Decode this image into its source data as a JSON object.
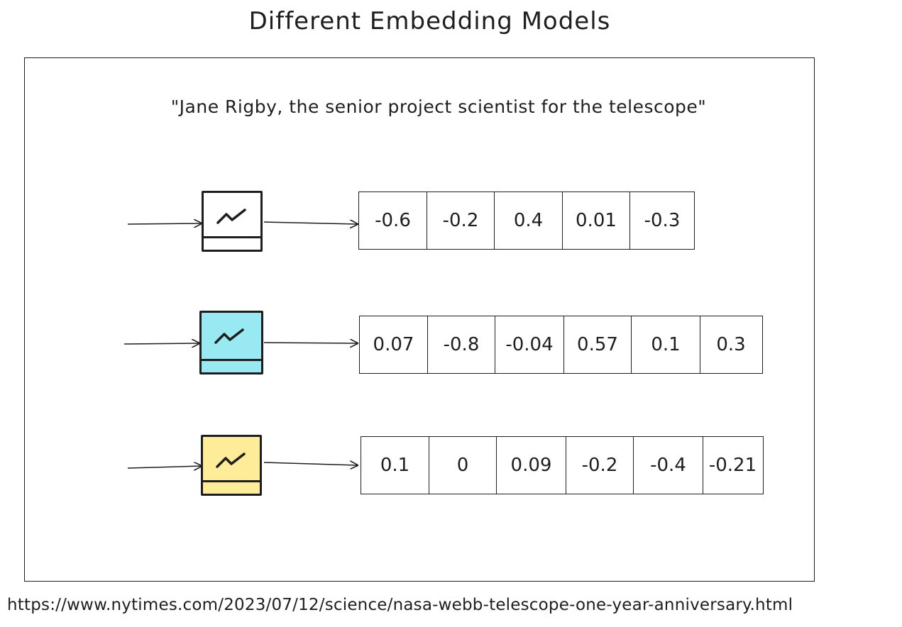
{
  "title": "Different Embedding Models",
  "quote": "\"Jane Rigby, the senior project scientist for the telescope\"",
  "models": [
    {
      "icon": "chart-trend-icon",
      "fill": "#ffffff",
      "values": [
        "-0.6",
        "-0.2",
        "0.4",
        "0.01",
        "-0.3"
      ]
    },
    {
      "icon": "chart-trend-icon",
      "fill": "#99e9f2",
      "values": [
        "0.07",
        "-0.8",
        "-0.04",
        "0.57",
        "0.1",
        "0.3"
      ]
    },
    {
      "icon": "chart-trend-icon",
      "fill": "#ffec99",
      "values": [
        "0.1",
        "0",
        "0.09",
        "-0.2",
        "-0.4",
        "-0.21"
      ]
    }
  ],
  "source_url": "https://www.nytimes.com/2023/07/12/science/nasa-webb-telescope-one-year-anniversary.html"
}
